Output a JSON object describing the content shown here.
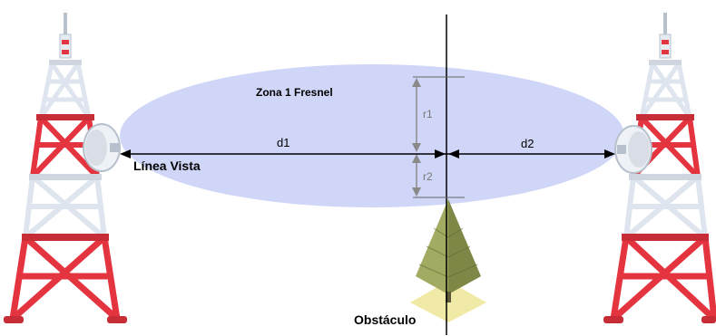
{
  "labels": {
    "zone": "Zona 1 Fresnel",
    "line_of_sight": "Línea Vista",
    "d1": "d1",
    "d2": "d2",
    "r1": "r1",
    "r2": "r2",
    "obstacle": "Obstáculo"
  },
  "colors": {
    "ellipse_fill": "#cfd6f7",
    "tower_red": "#e4343f",
    "tower_white": "#e6ebf2",
    "tower_shade": "#b7c0cd",
    "tree_light": "#a3ab63",
    "tree_dark": "#7f8746",
    "ground_pad": "#f1eaa6",
    "line": "#000000",
    "dim_gray": "#8a8a8a"
  },
  "icons": {
    "left_tower": "telecom-tower-icon",
    "right_tower": "telecom-tower-icon",
    "left_dish": "antenna-dish-icon",
    "right_dish": "antenna-dish-icon",
    "obstacle": "tree-icon"
  }
}
